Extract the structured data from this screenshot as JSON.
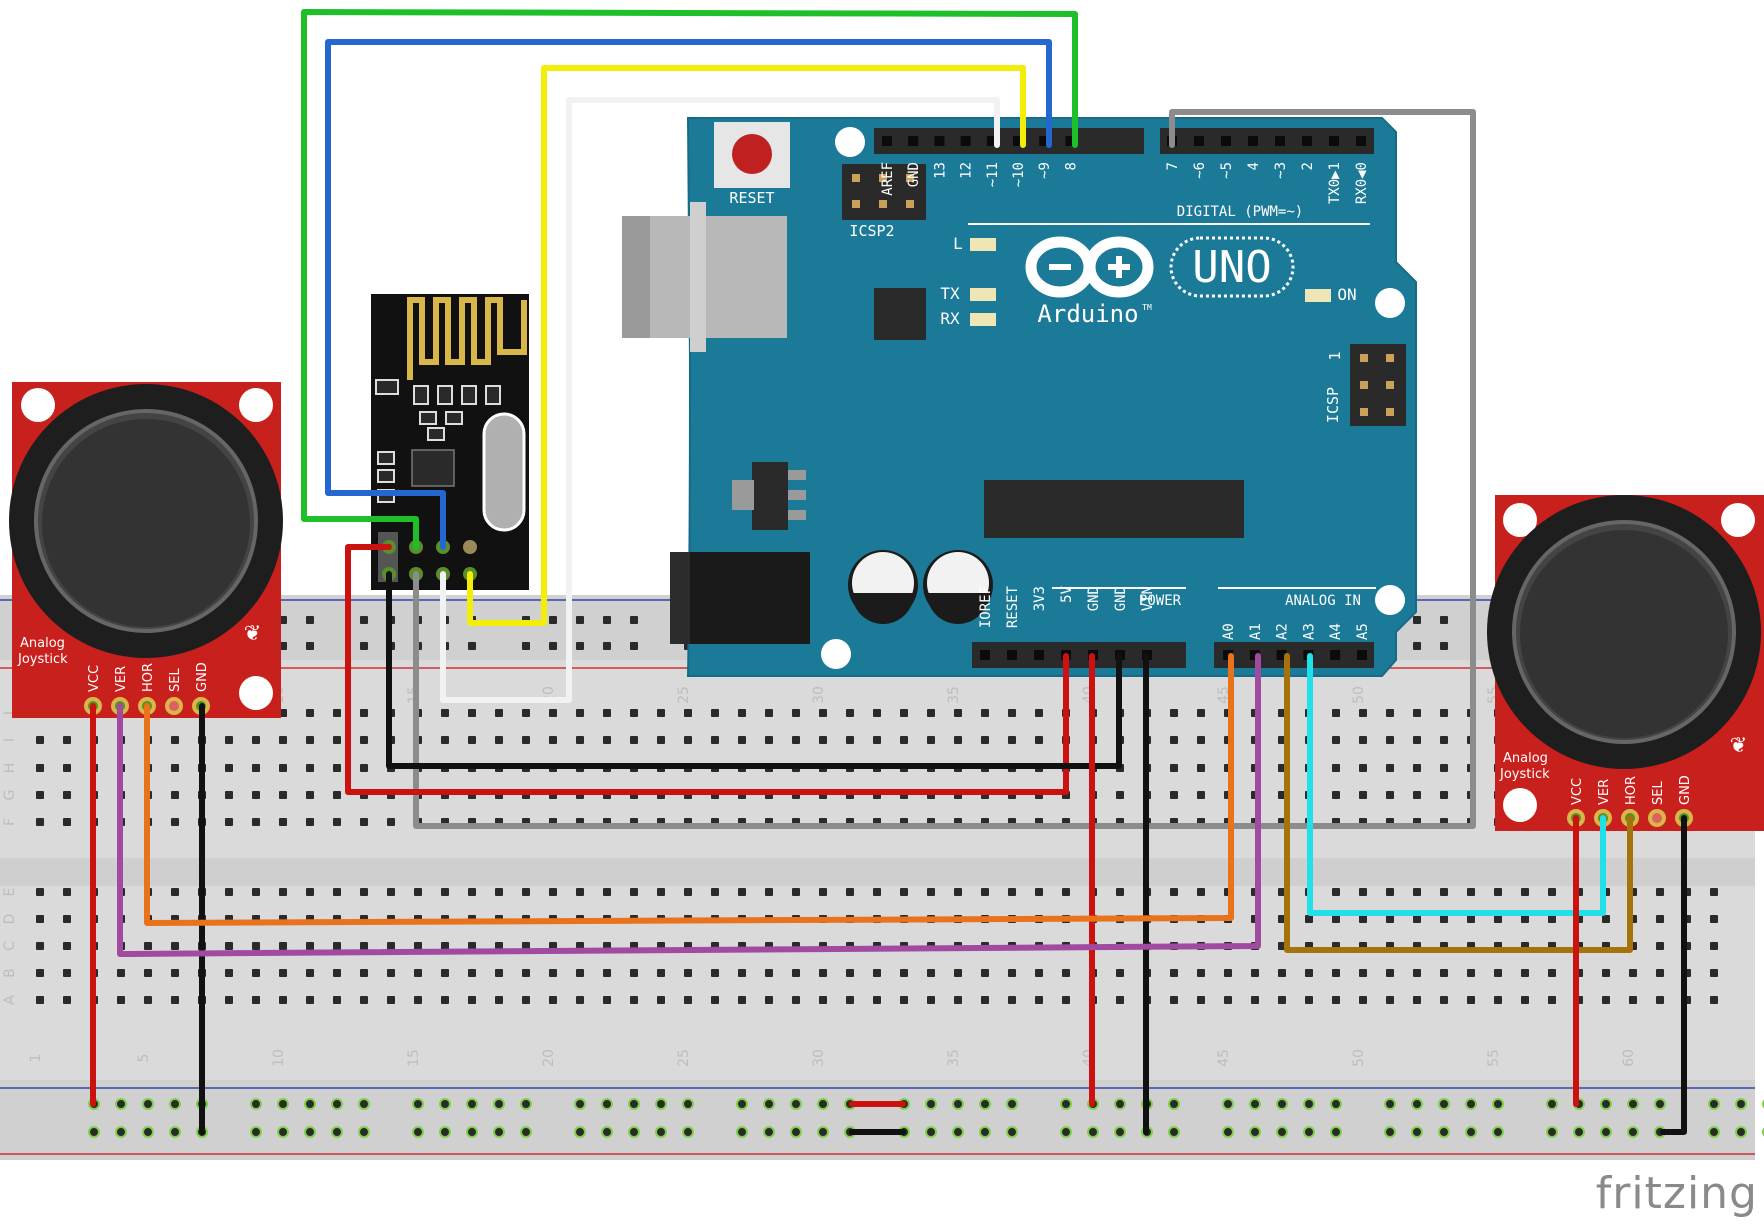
{
  "credit": "fritzing",
  "arduino": {
    "reset_label": "RESET",
    "icsp2_label": "ICSP2",
    "icsp_label": "ICSP",
    "icsp_pin1": "1",
    "digital_label": "DIGITAL (PWM=~)",
    "brand_model": "UNO",
    "brand_name": "Arduino",
    "brand_tm": "TM",
    "led_l": "L",
    "led_tx": "TX",
    "led_rx": "RX",
    "led_on": "ON",
    "power_label": "POWER",
    "analog_label": "ANALOG IN",
    "digital_pins_left": [
      "AREF",
      "GND",
      "13",
      "12",
      "~11",
      "~10",
      "~9",
      "8"
    ],
    "digital_pins_right": [
      "7",
      "~6",
      "~5",
      "4",
      "~3",
      "2",
      "TX0▶1",
      "RX0◀0"
    ],
    "power_pins": [
      "IOREF",
      "RESET",
      "3V3",
      "5V",
      "GND",
      "GND",
      "VIN"
    ],
    "analog_pins": [
      "A0",
      "A1",
      "A2",
      "A3",
      "A4",
      "A5"
    ]
  },
  "joystick_left": {
    "label_line1": "Analog",
    "label_line2": "Joystick",
    "pins": [
      "VCC",
      "VER",
      "HOR",
      "SEL",
      "GND"
    ]
  },
  "joystick_right": {
    "label_line1": "Analog",
    "label_line2": "Joystick",
    "pins": [
      "VCC",
      "VER",
      "HOR",
      "SEL",
      "GND"
    ]
  },
  "breadboard": {
    "column_numbers": [
      "1",
      "5",
      "10",
      "15",
      "20",
      "25",
      "30",
      "35",
      "40",
      "45",
      "50",
      "55",
      "60"
    ],
    "row_letters_top": [
      "J",
      "I",
      "H",
      "G",
      "F"
    ],
    "row_letters_bottom": [
      "E",
      "D",
      "C",
      "B",
      "A"
    ]
  },
  "colors": {
    "arduino_board": "#1c7a99",
    "joystick_pcb": "#c8201c",
    "wire_green": "#1fbf2a",
    "wire_blue": "#2567d0",
    "wire_yellow": "#f2ee0a",
    "wire_white": "#f2f2f2",
    "wire_gray": "#8c8c8c",
    "wire_red": "#cc1111",
    "wire_black": "#111111",
    "wire_orange": "#e8731a",
    "wire_purple": "#a04aa0",
    "wire_brown": "#a6720c",
    "wire_cyan": "#22e0e8"
  }
}
